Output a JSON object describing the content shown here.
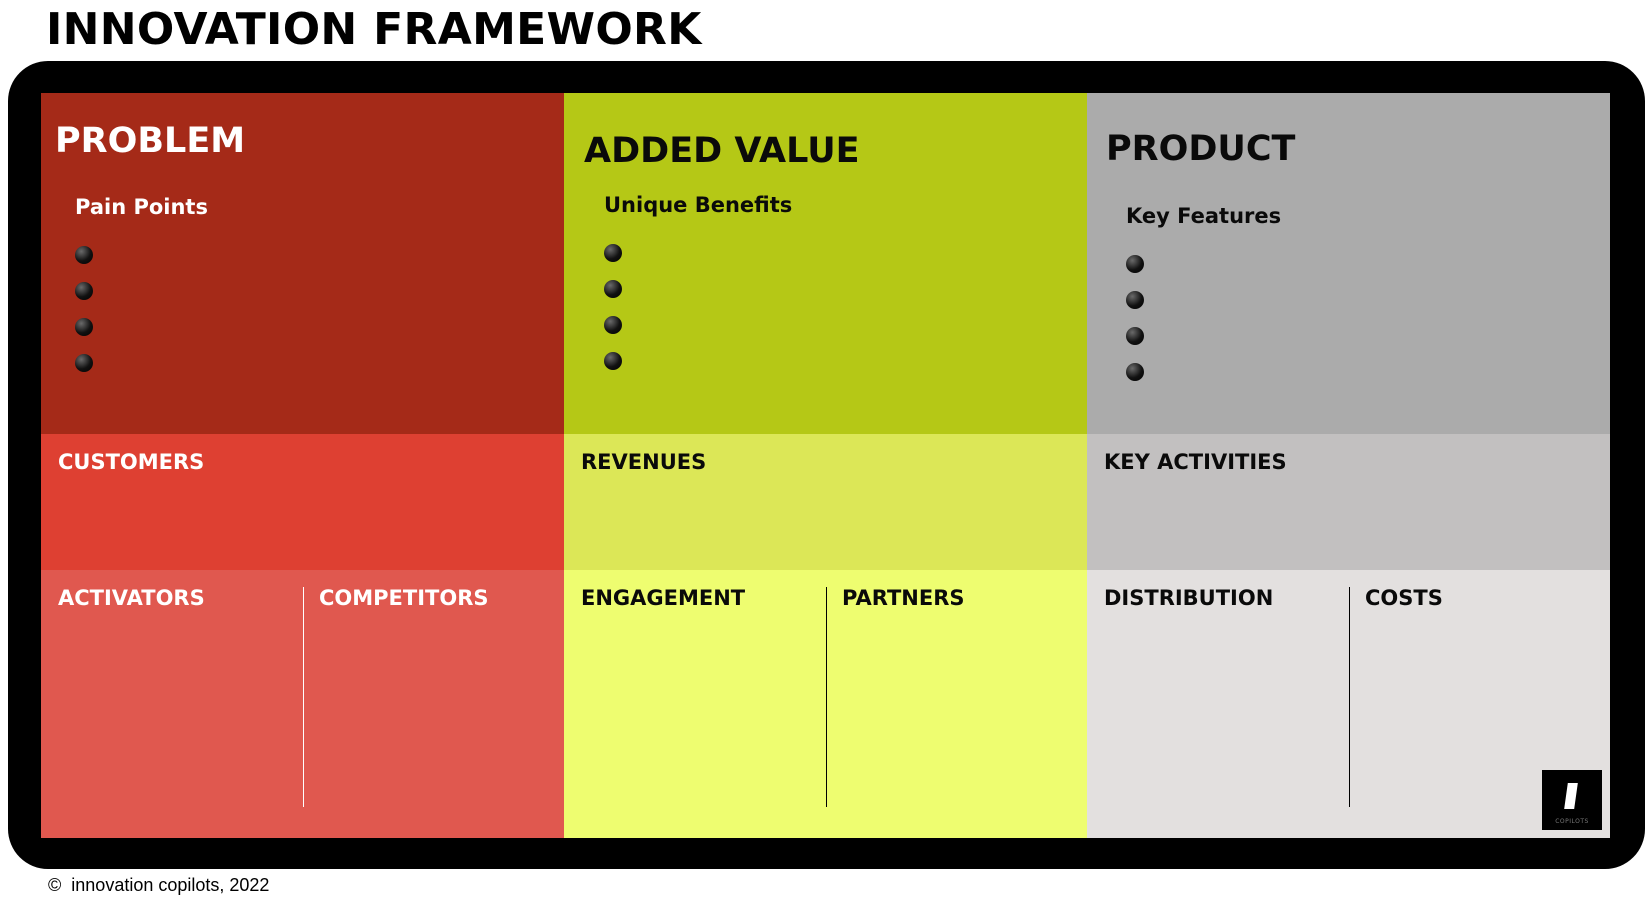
{
  "title": "INNOVATION FRAMEWORK",
  "columns": [
    {
      "title": "PROBLEM",
      "subtitle": "Pain Points",
      "bullet_count": 4,
      "middle": "CUSTOMERS",
      "bottom_left": "ACTIVATORS",
      "bottom_right": "COMPETITORS"
    },
    {
      "title": "ADDED VALUE",
      "subtitle": "Unique Benefits",
      "bullet_count": 4,
      "middle": "REVENUES",
      "bottom_left": "ENGAGEMENT",
      "bottom_right": "PARTNERS"
    },
    {
      "title": "PRODUCT",
      "subtitle": "Key Features",
      "bullet_count": 4,
      "middle": "KEY ACTIVITIES",
      "bottom_left": "DISTRIBUTION",
      "bottom_right": "COSTS"
    }
  ],
  "colors": {
    "problem": [
      "#a52a18",
      "#de4032",
      "#e0584f"
    ],
    "added_value": [
      "#b5c816",
      "#dce757",
      "#eefd70"
    ],
    "product": [
      "#ababab",
      "#c2c0c0",
      "#e3e0df"
    ],
    "frame": "#000000"
  },
  "logo": {
    "icon": "copilots-logo-icon",
    "text": "COPILOTS"
  },
  "footer": {
    "copyright_symbol": "©",
    "text": "innovation copilots, 2022"
  }
}
